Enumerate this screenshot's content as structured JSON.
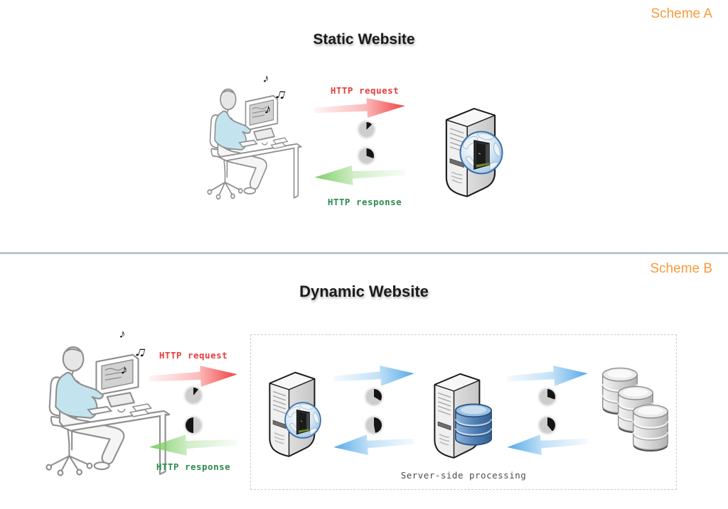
{
  "palette": {
    "accent_orange": "#F89B3C",
    "title_color": "#1B1B1B",
    "request_red_text": "#E63C3C",
    "response_green_text": "#2C8A50",
    "arrow_red": "#F34141",
    "arrow_green": "#7FCE68",
    "arrow_blue": "#55AAE8",
    "divider": "#B7C5CC",
    "box_label_gray": "#4D4D4D"
  },
  "scheme_a": {
    "badge": "Scheme A",
    "title": "Static Website",
    "client": {
      "icon": "user-at-computer-icon",
      "music_notes": [
        "♪",
        "♫",
        "♪"
      ]
    },
    "request_label": "HTTP request",
    "response_label": "HTTP response",
    "wait_pies_deg": [
      [
        0,
        45
      ],
      [
        0,
        110
      ]
    ],
    "server_icon": "web-server-icon"
  },
  "scheme_b": {
    "badge": "Scheme B",
    "title": "Dynamic Website",
    "client": {
      "icon": "user-at-computer-icon",
      "music_notes": [
        "♪",
        "♫",
        "♪"
      ]
    },
    "request_label": "HTTP request",
    "response_label": "HTTP response",
    "wait_pies_deg": [
      [
        0,
        40
      ],
      [
        180,
        360
      ]
    ],
    "processing_box": {
      "label": "Server-side processing",
      "web_server_icon": "web-server-icon",
      "app_server_icon": "application-database-server-icon",
      "database_icon": "database-cluster-icon",
      "hop1_pies_deg": [
        [
          0,
          120
        ],
        [
          0,
          170
        ]
      ],
      "hop2_pies_deg": [
        [
          0,
          110
        ],
        [
          0,
          140
        ]
      ]
    }
  }
}
